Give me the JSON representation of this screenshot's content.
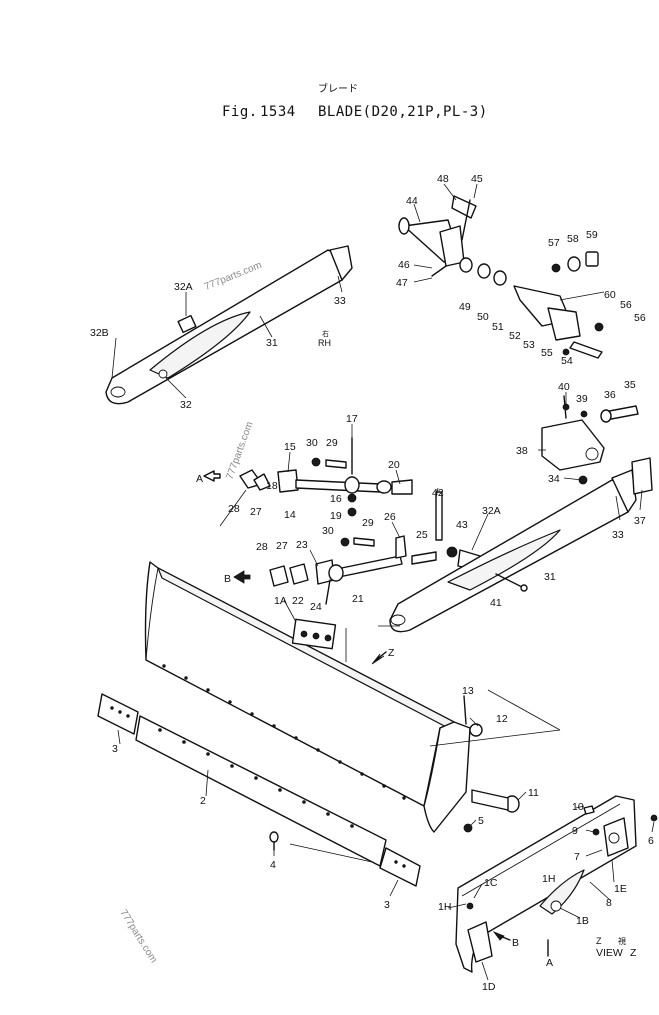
{
  "header": {
    "subtitle": "ブレード",
    "fig_label": "Fig.",
    "fig_number": "1534",
    "title": "BLADE(D20,21P,PL-3)"
  },
  "watermarks": [
    "777parts.com",
    "777parts.com",
    "777parts.com"
  ],
  "notes": {
    "rh": "RH",
    "rh_mark": "右",
    "view_z": "VIEW",
    "view_z_letter": "Z",
    "view_z_top": "Z",
    "view_z_mark": "視"
  },
  "arrows": {
    "a": "A",
    "b": "B",
    "z": "Z",
    "b2": "B",
    "a2": "A"
  },
  "callouts": [
    "48",
    "45",
    "44",
    "46",
    "47",
    "49",
    "50",
    "51",
    "52",
    "53",
    "55",
    "54",
    "56",
    "56",
    "60",
    "57",
    "58",
    "59",
    "32A",
    "32B",
    "31",
    "33",
    "32",
    "17",
    "15",
    "30",
    "29",
    "20",
    "18",
    "14",
    "16",
    "19",
    "28",
    "27",
    "42",
    "43",
    "32A",
    "25",
    "26",
    "30",
    "29",
    "28",
    "27",
    "23",
    "22",
    "24",
    "21",
    "41",
    "31",
    "40",
    "39",
    "36",
    "35",
    "38",
    "34",
    "37",
    "33",
    "1A",
    "13",
    "12",
    "3",
    "2",
    "11",
    "5",
    "4",
    "3",
    "10",
    "9",
    "7",
    "6",
    "1E",
    "8",
    "1H",
    "1C",
    "1H",
    "1B",
    "1D"
  ]
}
